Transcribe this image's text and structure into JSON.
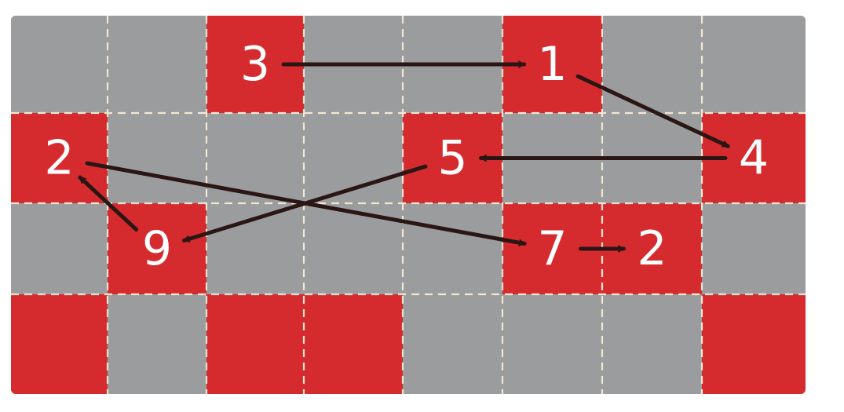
{
  "grid": {
    "rows": 4,
    "cols": 8,
    "colors": {
      "filled": "#d62b2e",
      "empty": "#9a9c9e",
      "grid_line": "#f3e7d3",
      "arrow": "#2a1614",
      "number": "#ffffff"
    },
    "filled_cells": [
      [
        0,
        2
      ],
      [
        0,
        5
      ],
      [
        1,
        0
      ],
      [
        1,
        4
      ],
      [
        1,
        7
      ],
      [
        2,
        1
      ],
      [
        2,
        5
      ],
      [
        2,
        6
      ],
      [
        3,
        0
      ],
      [
        3,
        2
      ],
      [
        3,
        3
      ],
      [
        3,
        7
      ]
    ]
  },
  "numbers": [
    {
      "id": "n3",
      "text": "3",
      "row": 0,
      "col": 2
    },
    {
      "id": "n1",
      "text": "1",
      "row": 0,
      "col": 5
    },
    {
      "id": "n2a",
      "text": "2",
      "row": 1,
      "col": 0
    },
    {
      "id": "n5",
      "text": "5",
      "row": 1,
      "col": 4
    },
    {
      "id": "n4",
      "text": "4",
      "row": 1,
      "col": 7
    },
    {
      "id": "n9",
      "text": "9",
      "row": 2,
      "col": 1
    },
    {
      "id": "n7",
      "text": "7",
      "row": 2,
      "col": 5
    },
    {
      "id": "n2b",
      "text": "2",
      "row": 2,
      "col": 6
    }
  ],
  "arrows": [
    {
      "from": "n3",
      "to": "n1"
    },
    {
      "from": "n1",
      "to": "n4"
    },
    {
      "from": "n4",
      "to": "n5"
    },
    {
      "from": "n5",
      "to": "n9"
    },
    {
      "from": "n9",
      "to": "n2a"
    },
    {
      "from": "n2a",
      "to": "n7"
    },
    {
      "from": "n7",
      "to": "n2b"
    }
  ]
}
